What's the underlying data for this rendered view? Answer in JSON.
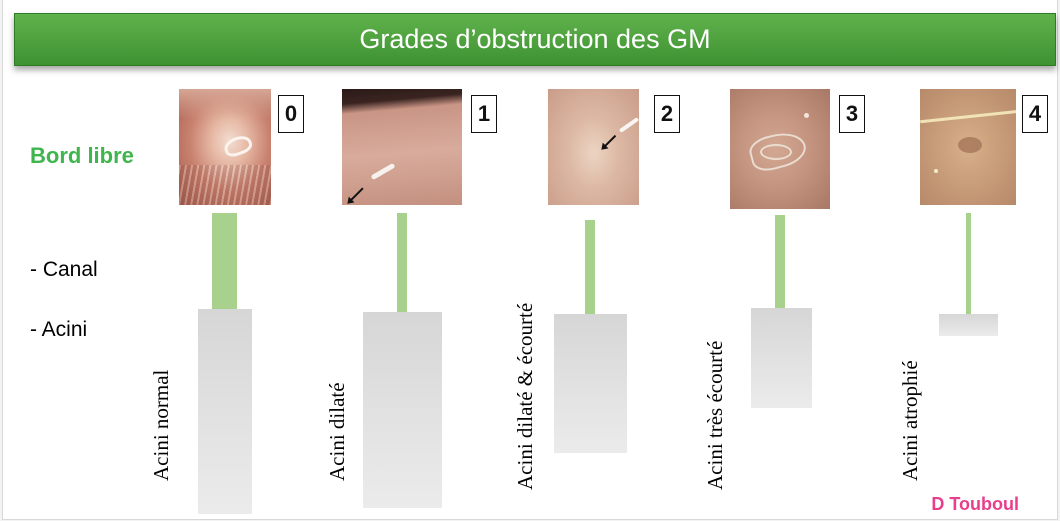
{
  "title": "Grades d’obstruction des GM",
  "labels": {
    "bord_libre": "Bord libre",
    "canal": "- Canal",
    "acini": "- Acini"
  },
  "grades": [
    {
      "number": "0",
      "acini_label": "Acini normal"
    },
    {
      "number": "1",
      "acini_label": "Acini dilaté"
    },
    {
      "number": "2",
      "acini_label": "Acini dilaté & écourté"
    },
    {
      "number": "3",
      "acini_label": "Acini très écourté"
    },
    {
      "number": "4",
      "acini_label": "Acini atrophié"
    }
  ],
  "author": "D Touboul",
  "colors": {
    "title_bar": "#4ea33d",
    "label_green": "#3fb54e",
    "canal": "#a9d18e",
    "acini": "#dcdcdc",
    "author": "#e83e8c"
  }
}
